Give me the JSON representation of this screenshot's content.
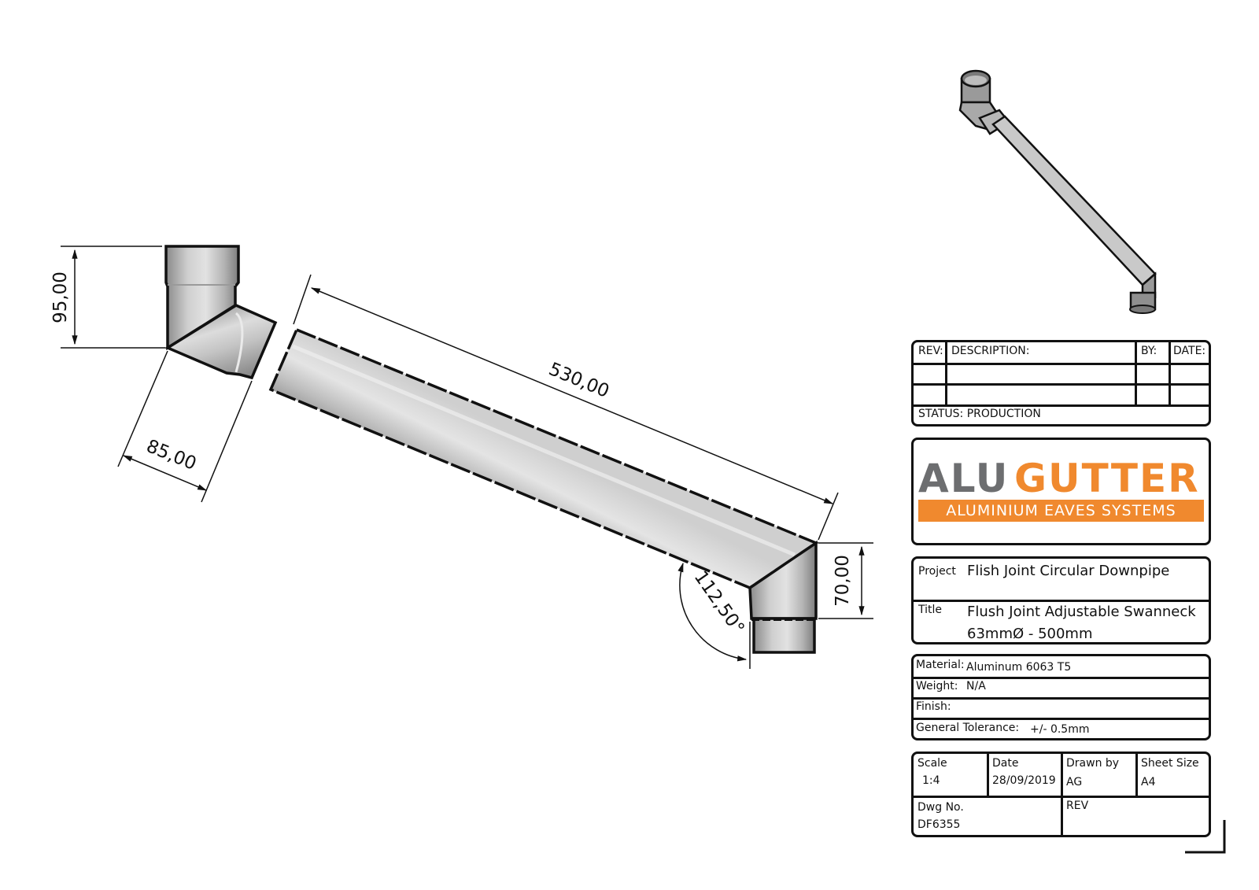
{
  "drawing": {
    "dimensions": {
      "height_top": "95,00",
      "offset_width": "85,00",
      "length": "530,00",
      "height_bottom": "70,00",
      "angle": "112,50°"
    }
  },
  "revision_block": {
    "headers": {
      "rev": "REV:",
      "description": "DESCRIPTION:",
      "by": "BY:",
      "date": "DATE:"
    },
    "rows": [
      {
        "rev": "",
        "description": "",
        "by": "",
        "date": ""
      },
      {
        "rev": "",
        "description": "",
        "by": "",
        "date": ""
      }
    ],
    "status": "STATUS: PRODUCTION"
  },
  "logo": {
    "part1": "ALU",
    "part2": "GUTTER",
    "tagline": "ALUMINIUM EAVES SYSTEMS",
    "colors": {
      "gray": "#6d6e70",
      "orange": "#f0892e"
    }
  },
  "project_block": {
    "project_label": "Project",
    "project_value": "Flish Joint Circular Downpipe",
    "title_label": "Title",
    "title_line1": "Flush Joint Adjustable Swanneck",
    "title_line2": "63mmØ - 500mm"
  },
  "material_block": {
    "material_label": "Material:",
    "material_value": "Aluminum 6063 T5",
    "weight_label": "Weight:",
    "weight_value": "N/A",
    "finish_label": "Finish:",
    "finish_value": "",
    "tolerance_label": "General Tolerance:",
    "tolerance_value": "+/- 0.5mm"
  },
  "info_block": {
    "scale_label": "Scale",
    "scale_value": "1:4",
    "date_label": "Date",
    "date_value": "28/09/2019",
    "drawn_label": "Drawn by",
    "drawn_value": "AG",
    "sheet_label": "Sheet Size",
    "sheet_value": "A4",
    "dwg_label": "Dwg No.",
    "dwg_value": "DF6355",
    "rev_label": "REV",
    "rev_value": ""
  }
}
